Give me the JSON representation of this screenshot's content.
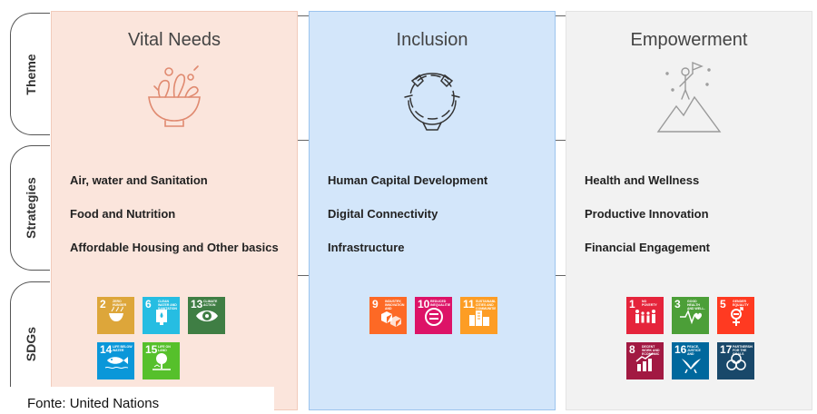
{
  "rows": {
    "theme": "Theme",
    "strategies": "Strategies",
    "sdgs": "SDGs"
  },
  "columns": [
    {
      "title": "Vital Needs",
      "icon": "salad-bowl-icon",
      "strategies": [
        "Air, water and Sanitation",
        "Food and Nutrition",
        "Affordable Housing and Other basics"
      ],
      "sdgs": [
        {
          "num": "2",
          "name": "ZERO HUNGER",
          "color": "#dda63a",
          "icon": "bowl-icon"
        },
        {
          "num": "6",
          "name": "CLEAN WATER AND SANITATION",
          "color": "#26bde2",
          "icon": "water-icon"
        },
        {
          "num": "13",
          "name": "CLIMATE ACTION",
          "color": "#3f7e44",
          "icon": "eye-globe-icon"
        },
        {
          "num": "14",
          "name": "LIFE BELOW WATER",
          "color": "#0a97d9",
          "icon": "fish-icon"
        },
        {
          "num": "15",
          "name": "LIFE ON LAND",
          "color": "#56c02b",
          "icon": "tree-icon"
        }
      ]
    },
    {
      "title": "Inclusion",
      "icon": "joined-hands-icon",
      "strategies": [
        "Human Capital Development",
        "Digital Connectivity",
        "Infrastructure"
      ],
      "sdgs": [
        {
          "num": "9",
          "name": "INDUSTRY, INNOVATION AND INFRASTRUCTURE",
          "color": "#fd6925",
          "icon": "cubes-icon"
        },
        {
          "num": "10",
          "name": "REDUCED INEQUALITIES",
          "color": "#dd1367",
          "icon": "equal-icon"
        },
        {
          "num": "11",
          "name": "SUSTAINABLE CITIES AND COMMUNITIES",
          "color": "#fd9d24",
          "icon": "buildings-icon"
        }
      ]
    },
    {
      "title": "Empowerment",
      "icon": "summit-flag-icon",
      "strategies": [
        "Health and Wellness",
        "Productive Innovation",
        "Financial Engagement"
      ],
      "sdgs": [
        {
          "num": "1",
          "name": "NO POVERTY",
          "color": "#e5243b",
          "icon": "family-icon"
        },
        {
          "num": "3",
          "name": "GOOD HEALTH AND WELL-BEING",
          "color": "#4c9f38",
          "icon": "heartbeat-icon"
        },
        {
          "num": "5",
          "name": "GENDER EQUALITY",
          "color": "#ff3a21",
          "icon": "gender-icon"
        },
        {
          "num": "8",
          "name": "DECENT WORK AND ECONOMIC GROWTH",
          "color": "#a21942",
          "icon": "growth-chart-icon"
        },
        {
          "num": "16",
          "name": "PEACE, JUSTICE AND STRONG INSTITUTIONS",
          "color": "#00689d",
          "icon": "dove-icon"
        },
        {
          "num": "17",
          "name": "PARTNERSHIPS FOR THE GOALS",
          "color": "#19486a",
          "icon": "rings-icon"
        }
      ]
    }
  ],
  "source": "Fonte: United Nations"
}
